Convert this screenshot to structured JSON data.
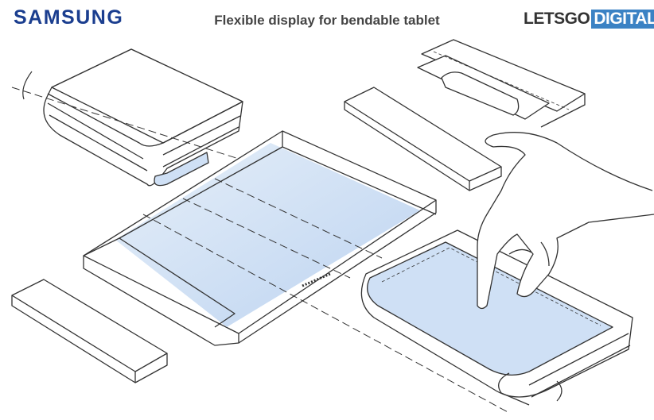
{
  "header": {
    "brand": "SAMSUNG",
    "title": "Flexible display for bendable tablet",
    "logo_part1": "LETSGO",
    "logo_part2": "DIGITAL"
  },
  "colors": {
    "brand": "#1b3e8f",
    "logo_accent": "#3b82c4",
    "screen": "#cfe0f5"
  }
}
